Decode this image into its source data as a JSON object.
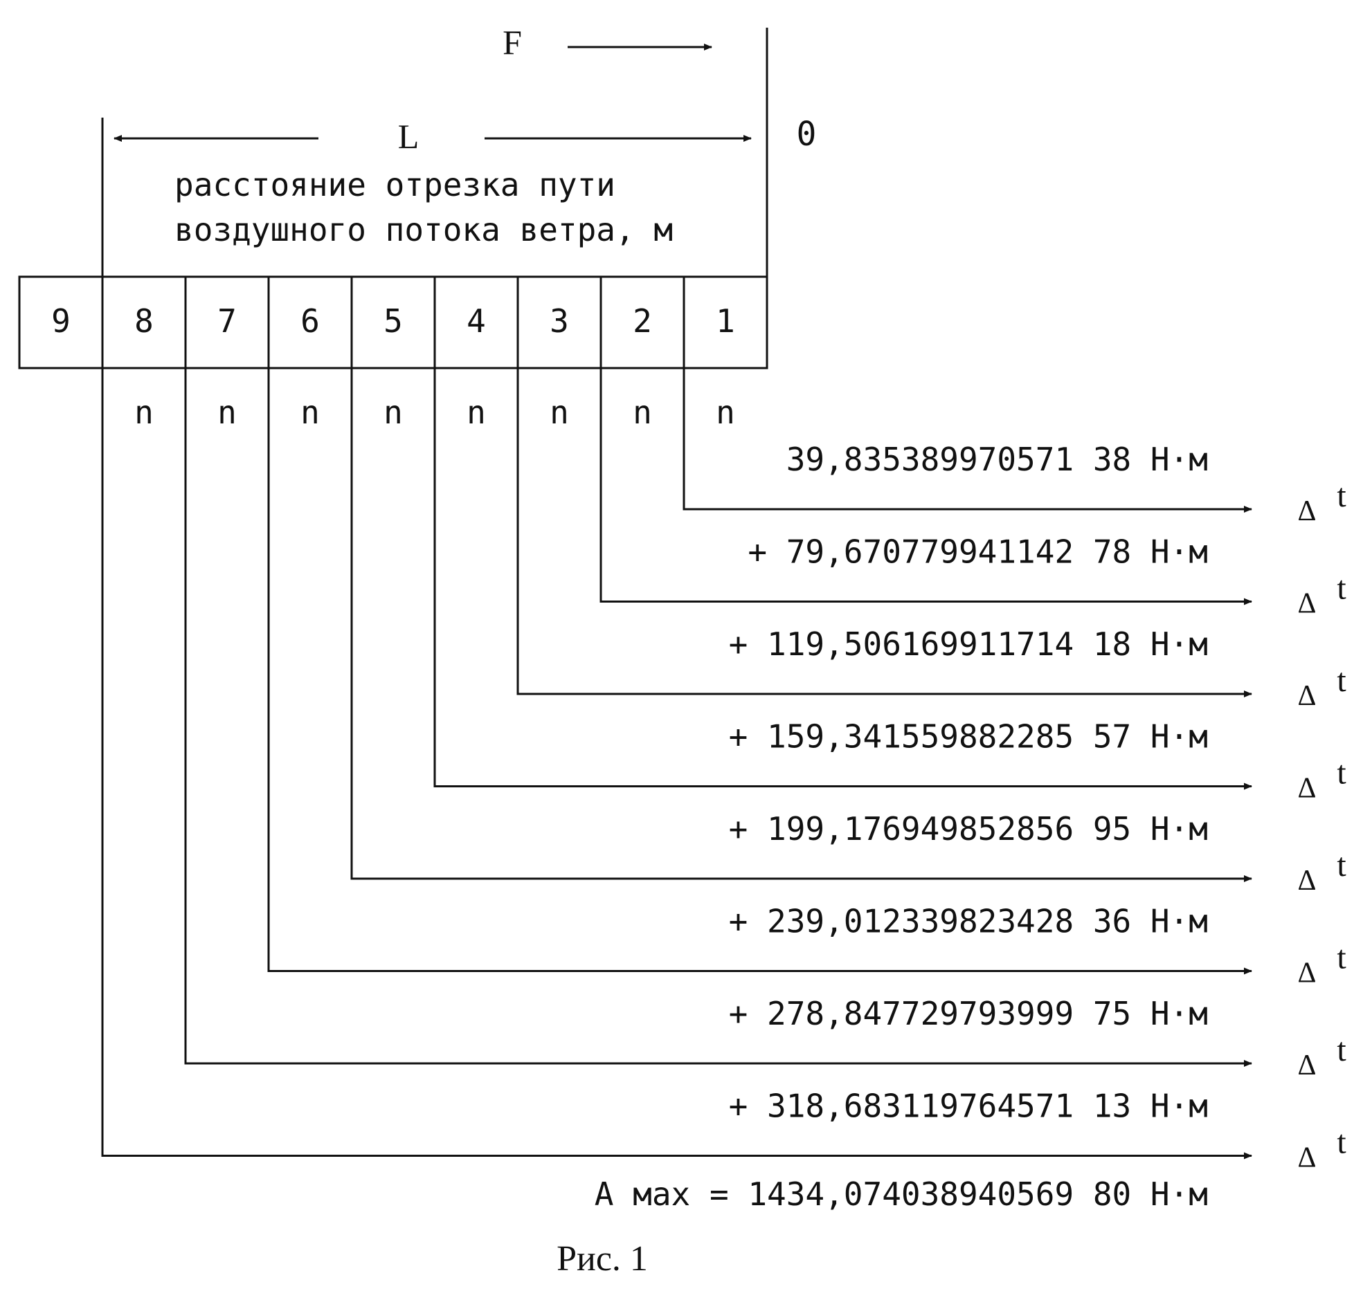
{
  "diagram": {
    "force_label": "F",
    "length_label": "L",
    "origin_label": "0",
    "caption_line1": "расстояние отрезка пути",
    "caption_line2": "воздушного потока ветра, м",
    "cells": [
      "9",
      "8",
      "7",
      "6",
      "5",
      "4",
      "3",
      "2",
      "1"
    ],
    "n_label": "n",
    "delta_label": "Δ",
    "t_label": "t",
    "values": [
      "39,835389970571 38 Н·м",
      "+  79,670779941142 78 Н·м",
      "+ 119,506169911714 18 Н·м",
      "+ 159,341559882285 57 Н·м",
      "+ 199,176949852856 95 Н·м",
      "+ 239,012339823428 36 Н·м",
      "+ 278,847729793999 75 Н·м",
      "+ 318,683119764571 13 Н·м"
    ],
    "total": "A мах = 1434,074038940569 80 Н·м",
    "figure_caption": "Рис. 1"
  }
}
